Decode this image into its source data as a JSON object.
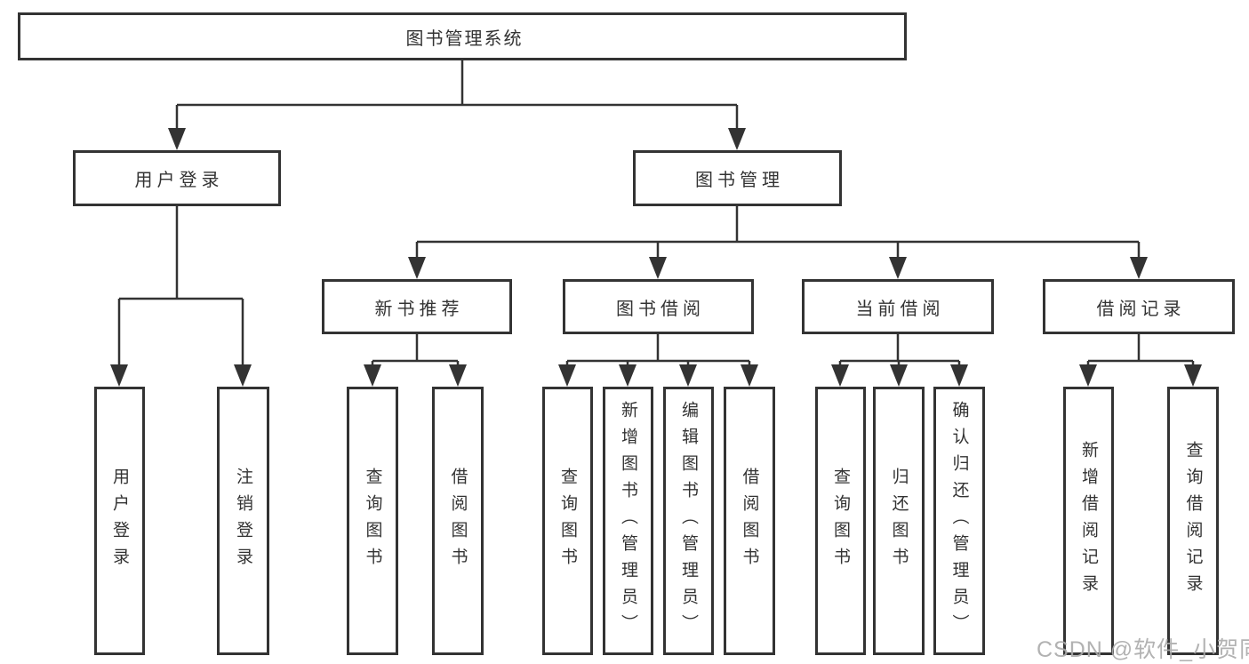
{
  "diagram": {
    "type": "hierarchy",
    "title": "图书管理系统",
    "branches": [
      {
        "label": "用户登录",
        "children": [
          {
            "label": "用户登录"
          },
          {
            "label": "注销登录"
          }
        ]
      },
      {
        "label": "图书管理",
        "groups": [
          {
            "label": "新书推荐",
            "children": [
              {
                "label": "查询图书"
              },
              {
                "label": "借阅图书"
              }
            ]
          },
          {
            "label": "图书借阅",
            "children": [
              {
                "label": "查询图书"
              },
              {
                "label": "新增图书（管理员）"
              },
              {
                "label": "编辑图书（管理员）"
              },
              {
                "label": "借阅图书"
              }
            ]
          },
          {
            "label": "当前借阅",
            "children": [
              {
                "label": "查询图书"
              },
              {
                "label": "归还图书"
              },
              {
                "label": "确认归还（管理员）"
              }
            ]
          },
          {
            "label": "借阅记录",
            "children": [
              {
                "label": "新增借阅记录"
              },
              {
                "label": "查询借阅记录"
              }
            ]
          }
        ]
      }
    ]
  },
  "watermark": "CSDN @软件_小贺同学",
  "colors": {
    "line": "#333333",
    "text": "#333333",
    "box_background": "#ffffff",
    "watermark": "#aaaaaa",
    "background": "#ffffff"
  }
}
